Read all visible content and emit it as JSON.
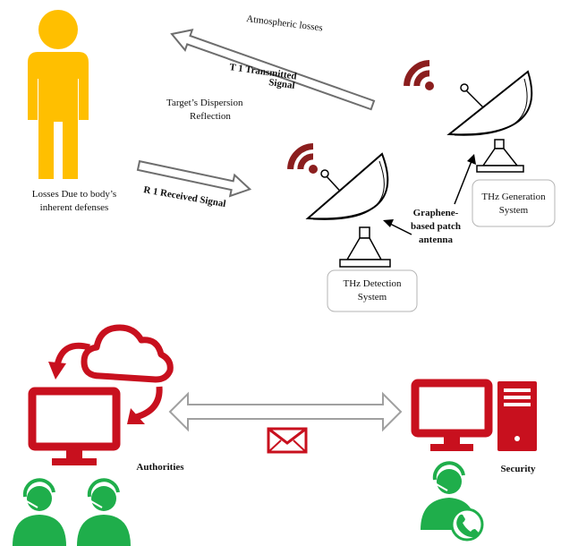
{
  "labels": {
    "atmospheric_losses": "Atmospheric losses",
    "t1_line1": "T 1 Transmitted",
    "t1_line2": "Signal",
    "dispersion_line1": "Target’s Dispersion",
    "dispersion_line2": "Reflection",
    "r1": "R 1 Received Signal",
    "losses_line1": "Losses Due to body’s",
    "losses_line2": "inherent defenses",
    "graphene_line1": "Graphene-",
    "graphene_line2": "based patch",
    "graphene_line3": "antenna",
    "thz_gen_line1": "THz Generation",
    "thz_gen_line2": "System",
    "thz_det_line1": "THz Detection",
    "thz_det_line2": "System",
    "authorities": "Authorities",
    "security": "Security"
  },
  "icons": {
    "person": "person-icon",
    "signal": "wifi-signal-icon",
    "dish": "satellite-dish-icon",
    "monitor": "monitor-icon",
    "cloud": "cloud-icon",
    "sync": "sync-arrows-icon",
    "tower": "computer-tower-icon",
    "envelope": "envelope-icon",
    "headset_operator": "headset-operator-icon",
    "phone": "phone-icon"
  },
  "colors": {
    "person": "#FFBF00",
    "signal": "#8B1E1E",
    "computer_red": "#C8101E",
    "operator_green": "#1FAE4B",
    "arrow_outline": "#6E6E6E",
    "box_outline": "#B5B5B5"
  }
}
